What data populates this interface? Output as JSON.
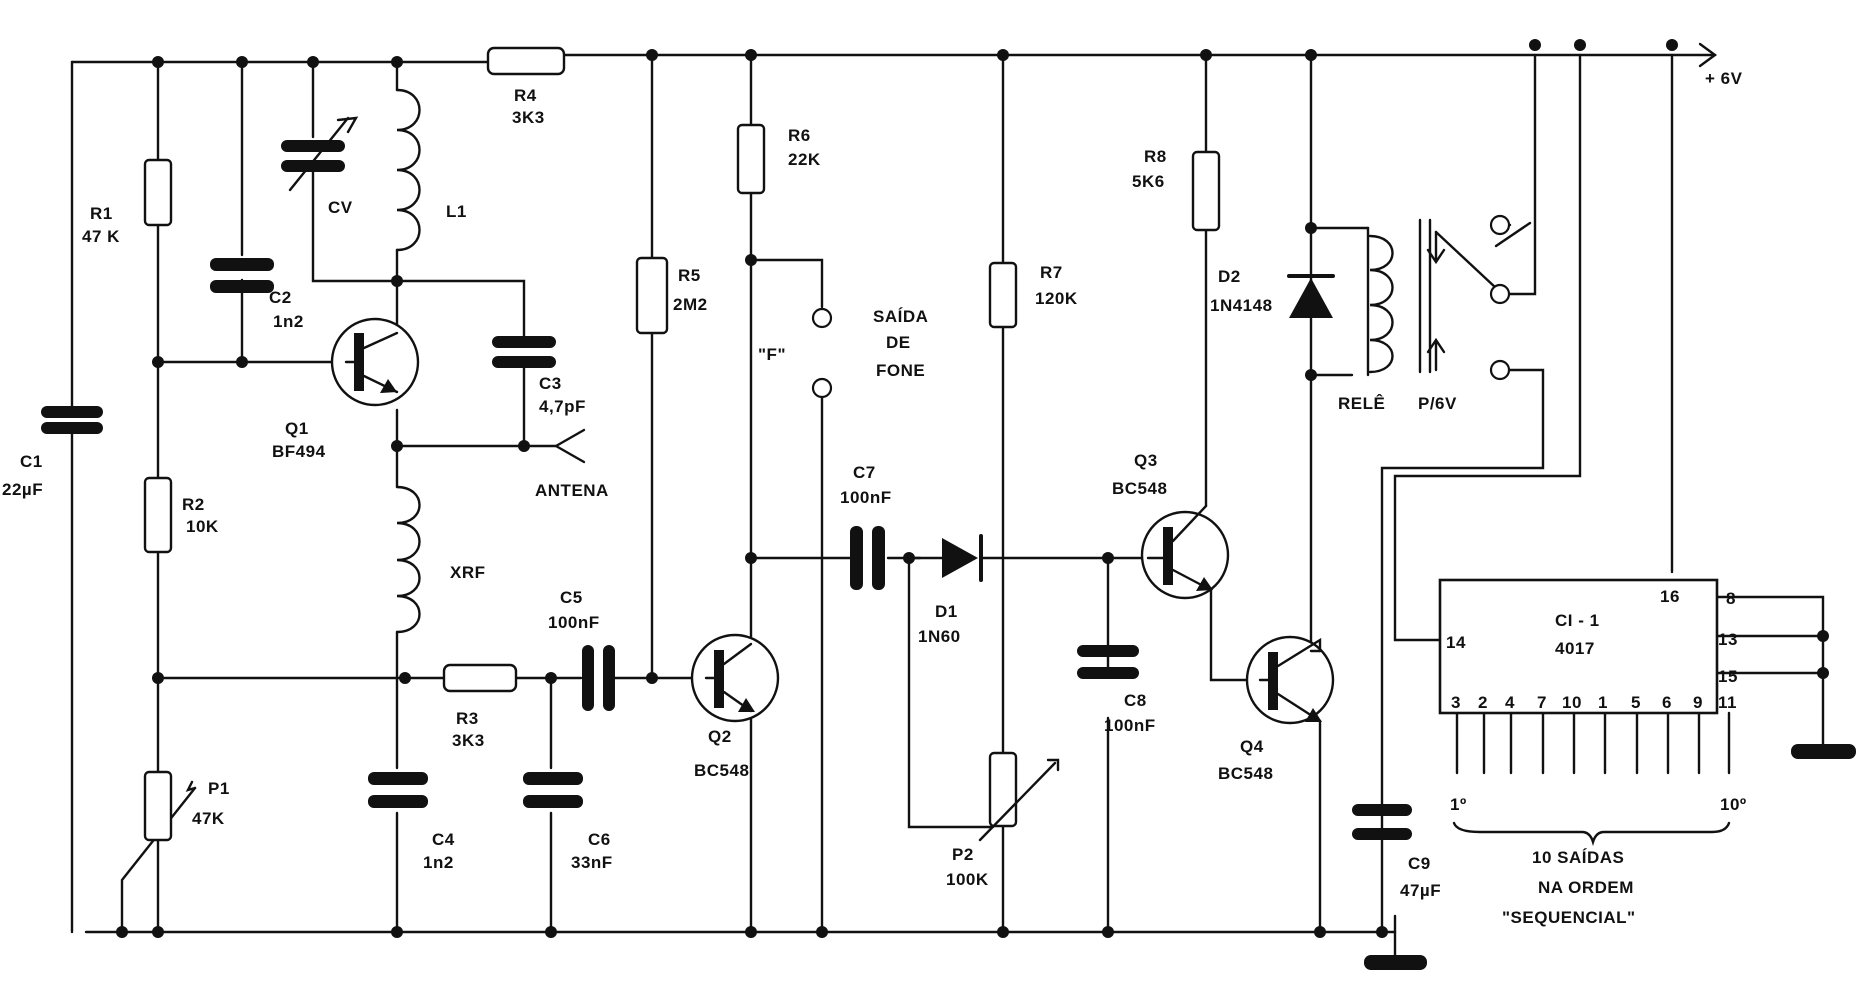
{
  "supply": {
    "label": "+ 6V"
  },
  "components": {
    "R1": {
      "ref": "R1",
      "value": "47 K"
    },
    "R2": {
      "ref": "R2",
      "value": "10K"
    },
    "R3": {
      "ref": "R3",
      "value": "3K3"
    },
    "R4": {
      "ref": "R4",
      "value": "3K3"
    },
    "R5": {
      "ref": "R5",
      "value": "2M2"
    },
    "R6": {
      "ref": "R6",
      "value": "22K"
    },
    "R7": {
      "ref": "R7",
      "value": "120K"
    },
    "R8": {
      "ref": "R8",
      "value": "5K6"
    },
    "P1": {
      "ref": "P1",
      "value": "47K"
    },
    "P2": {
      "ref": "P2",
      "value": "100K"
    },
    "C1": {
      "ref": "C1",
      "value": "22µF"
    },
    "C2": {
      "ref": "C2",
      "value": "1n2"
    },
    "C3": {
      "ref": "C3",
      "value": "4,7pF"
    },
    "C4": {
      "ref": "C4",
      "value": "1n2"
    },
    "C5": {
      "ref": "C5",
      "value": "100nF"
    },
    "C6": {
      "ref": "C6",
      "value": "33nF"
    },
    "C7": {
      "ref": "C7",
      "value": "100nF"
    },
    "C8": {
      "ref": "C8",
      "value": "100nF"
    },
    "C9": {
      "ref": "C9",
      "value": "47µF"
    },
    "CV": {
      "ref": "CV"
    },
    "L1": {
      "ref": "L1"
    },
    "XRF": {
      "ref": "XRF"
    },
    "Q1": {
      "ref": "Q1",
      "value": "BF494"
    },
    "Q2": {
      "ref": "Q2",
      "value": "BC548"
    },
    "Q3": {
      "ref": "Q3",
      "value": "BC548"
    },
    "Q4": {
      "ref": "Q4",
      "value": "BC548"
    },
    "D1": {
      "ref": "D1",
      "value": "1N60"
    },
    "D2": {
      "ref": "D2",
      "value": "1N4148"
    },
    "relay": {
      "ref": "RELÊ",
      "value": "P/6V"
    },
    "IC": {
      "ref": "CI - 1",
      "value": "4017",
      "pin_top": "16",
      "pin_left": "14",
      "pins_right": [
        "8",
        "13",
        "15"
      ],
      "pins_bottom": [
        "3",
        "2",
        "4",
        "7",
        "10",
        "1",
        "5",
        "6",
        "9",
        "11"
      ]
    }
  },
  "labels": {
    "antenna": "ANTENA",
    "f_marker": "\"F\"",
    "phone_out_line1": "SAÍDA",
    "phone_out_line2": "DE",
    "phone_out_line3": "FONE",
    "first_output": "1º",
    "last_output": "10º",
    "outputs_line1": "10 SAÍDAS",
    "outputs_line2": "NA ORDEM",
    "outputs_line3": "\"SEQUENCIAL\""
  }
}
